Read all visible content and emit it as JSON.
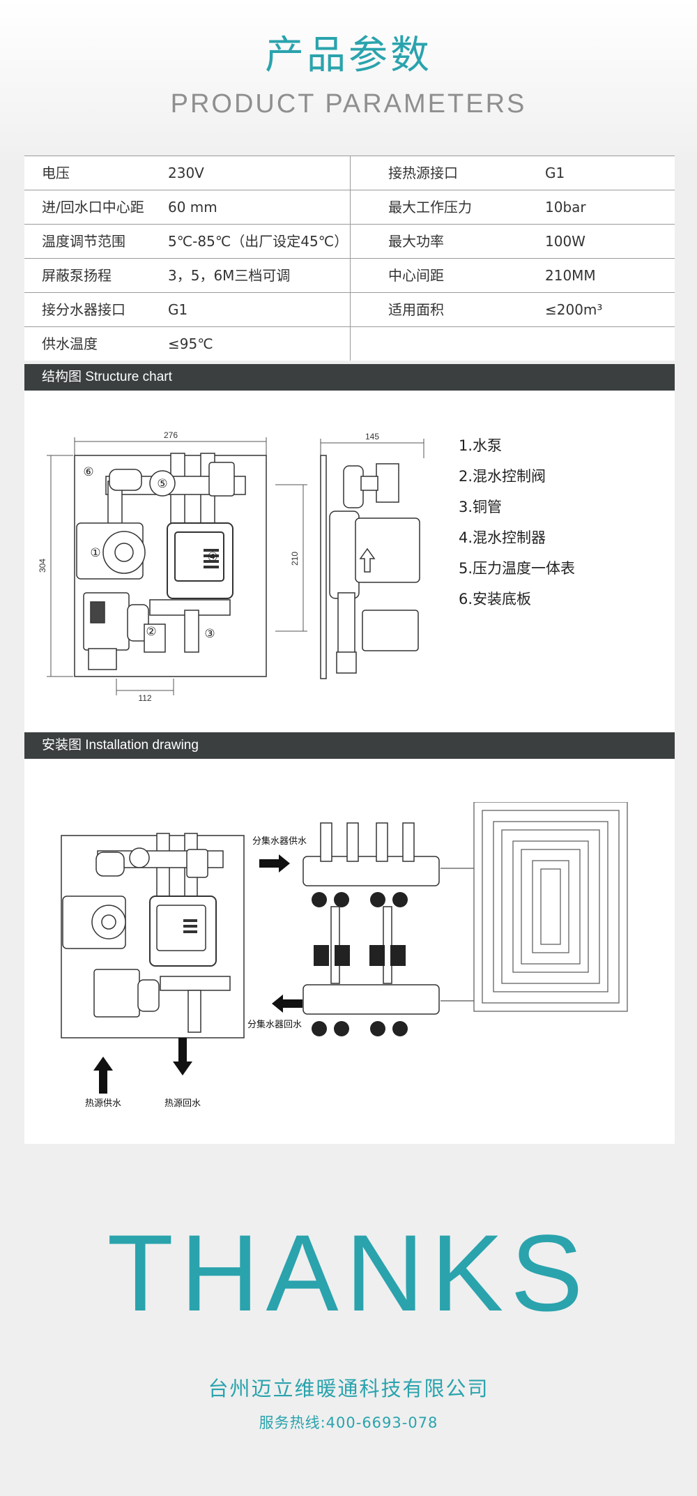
{
  "header": {
    "title_cn": "产品参数",
    "title_en": "PRODUCT PARAMETERS"
  },
  "params": [
    {
      "k1": "电压",
      "v1": "230V",
      "k2": "接热源接口",
      "v2": "G1"
    },
    {
      "k1": "进/回水口中心距",
      "v1": "60 mm",
      "k2": "最大工作压力",
      "v2": "10bar"
    },
    {
      "k1": "温度调节范围",
      "v1": "5℃-85℃（出厂设定45℃）",
      "k2": "最大功率",
      "v2": "100W"
    },
    {
      "k1": "屏蔽泵扬程",
      "v1": "3，5，6M三档可调",
      "k2": "中心间距",
      "v2": "210MM"
    },
    {
      "k1": "接分水器接口",
      "v1": "G1",
      "k2": "适用面积",
      "v2": "≤200m³"
    },
    {
      "k1": "供水温度",
      "v1": "≤95℃",
      "k2": "",
      "v2": ""
    }
  ],
  "structure": {
    "bar_label": "结构图 Structure chart",
    "dim_width": "276",
    "dim_height": "304",
    "dim_bottom": "112",
    "dim_side_width": "145",
    "dim_side_height": "210",
    "callouts": [
      "①",
      "②",
      "③",
      "④",
      "⑤",
      "⑥"
    ],
    "legend": [
      "1.水泵",
      "2.混水控制阀",
      "3.铜管",
      "4.混水控制器",
      "5.压力温度一体表",
      "6.安装底板"
    ]
  },
  "installation": {
    "bar_label": "安装图 Installation drawing",
    "supply_manifold": "分集水器供水",
    "return_manifold": "分集水器回水",
    "heat_supply": "热源供水",
    "heat_return": "热源回水"
  },
  "footer": {
    "thanks": "THANKS",
    "company": "台州迈立维暖通科技有限公司",
    "hotline": "服务热线:400-6693-078"
  },
  "colors": {
    "accent": "#2aa3ad",
    "bar": "#3b3f40"
  }
}
